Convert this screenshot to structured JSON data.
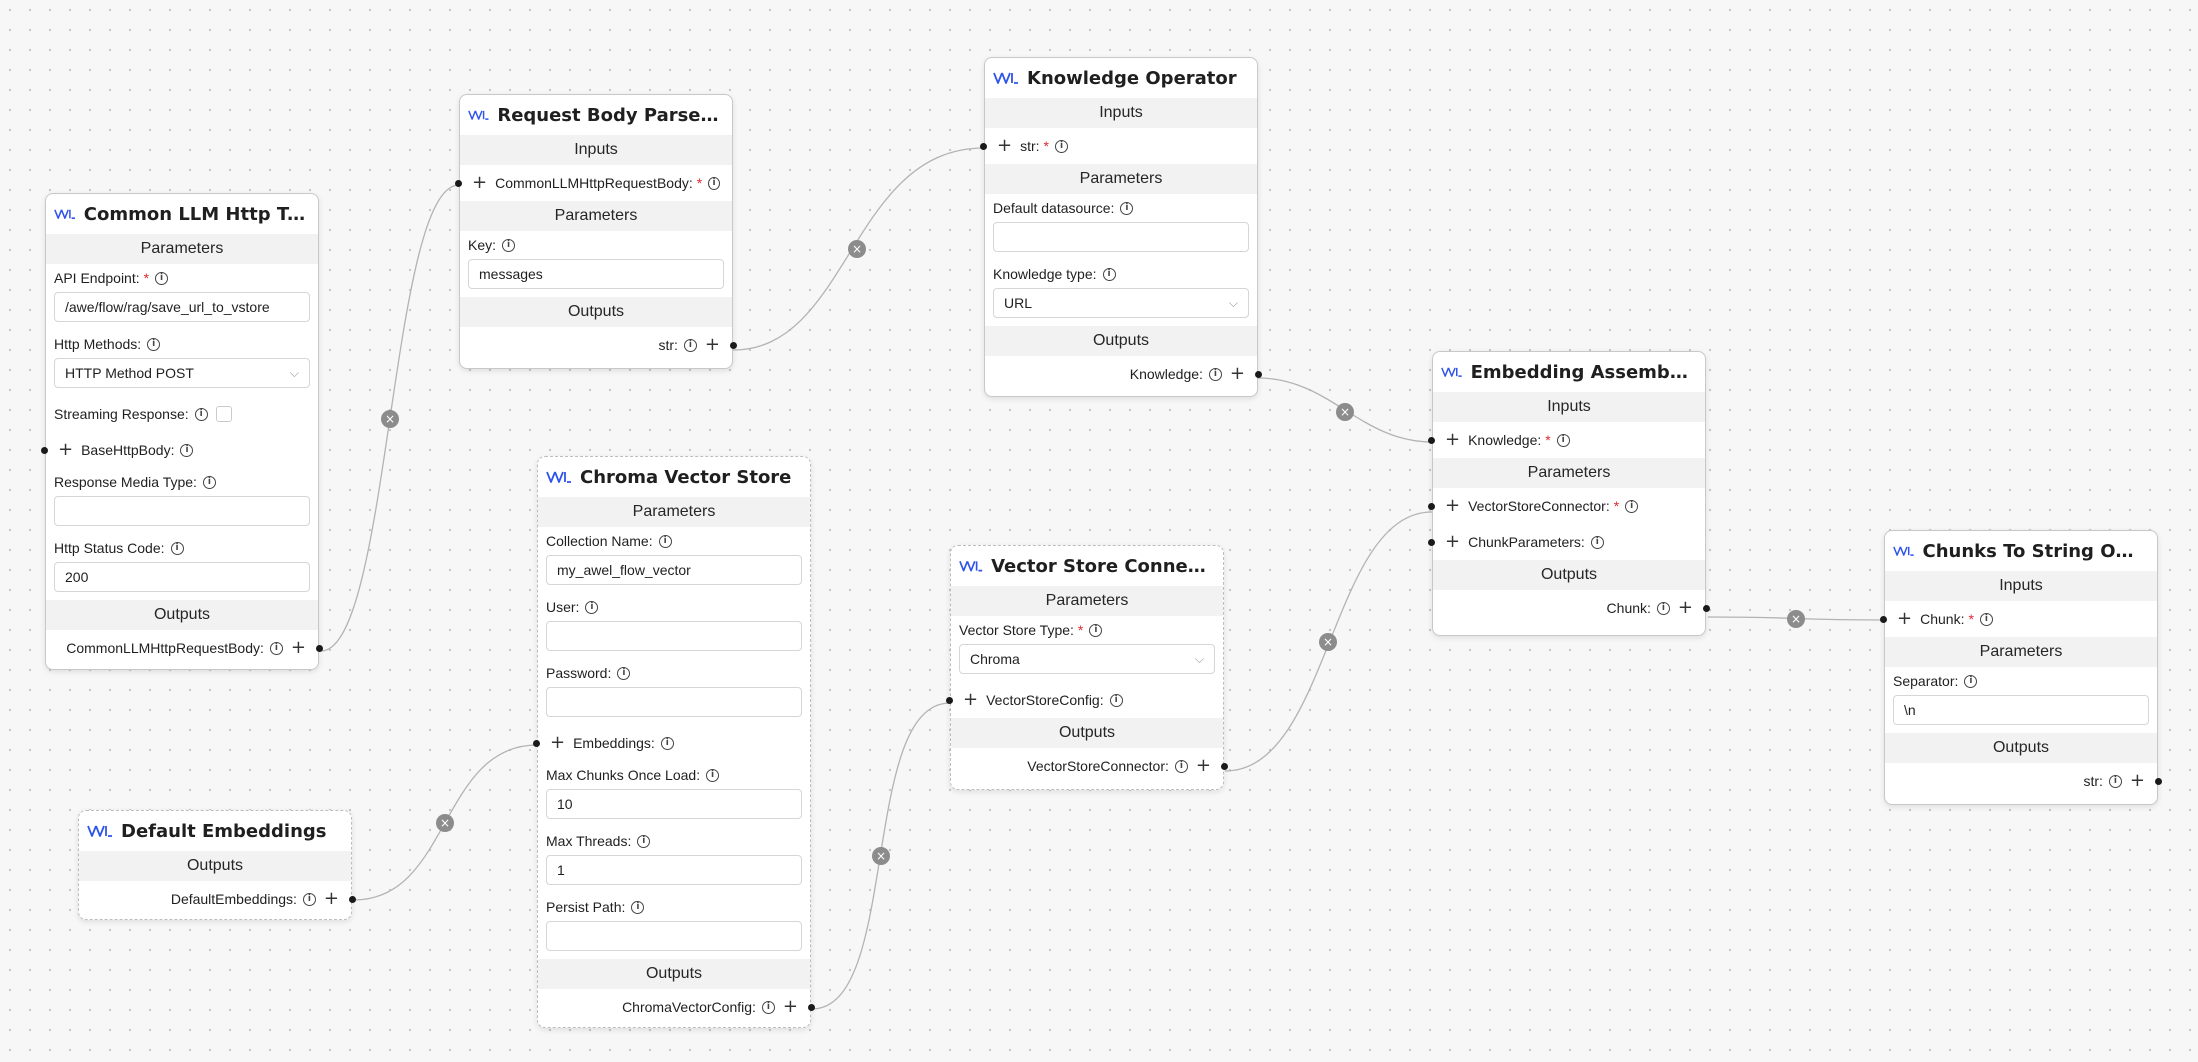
{
  "nodes": {
    "trigger": {
      "title": "Common LLM Http Trigger",
      "parameters_label": "Parameters",
      "api_endpoint_label": "API Endpoint:",
      "api_endpoint_value": "/awe/flow/rag/save_url_to_vstore",
      "http_methods_label": "Http Methods:",
      "http_methods_value": "HTTP Method POST",
      "streaming_label": "Streaming Response:",
      "base_body_label": "BaseHttpBody:",
      "media_type_label": "Response Media Type:",
      "media_type_value": "",
      "status_code_label": "Http Status Code:",
      "status_code_value": "200",
      "outputs_label": "Outputs",
      "output_label": "CommonLLMHttpRequestBody:"
    },
    "parser": {
      "title": "Request Body Parsed To ...",
      "inputs_label": "Inputs",
      "input_label": "CommonLLMHttpRequestBody:",
      "parameters_label": "Parameters",
      "key_label": "Key:",
      "key_value": "messages",
      "outputs_label": "Outputs",
      "output_label": "str:"
    },
    "knowledge": {
      "title": "Knowledge Operator",
      "inputs_label": "Inputs",
      "input_label": "str:",
      "parameters_label": "Parameters",
      "datasource_label": "Default datasource:",
      "datasource_value": "",
      "type_label": "Knowledge type:",
      "type_value": "URL",
      "outputs_label": "Outputs",
      "output_label": "Knowledge:"
    },
    "embeddings": {
      "title": "Default Embeddings",
      "outputs_label": "Outputs",
      "output_label": "DefaultEmbeddings:"
    },
    "chroma": {
      "title": "Chroma Vector Store",
      "parameters_label": "Parameters",
      "collection_label": "Collection Name:",
      "collection_value": "my_awel_flow_vector",
      "user_label": "User:",
      "user_value": "",
      "password_label": "Password:",
      "password_value": "",
      "embeddings_label": "Embeddings:",
      "max_chunks_label": "Max Chunks Once Load:",
      "max_chunks_value": "10",
      "max_threads_label": "Max Threads:",
      "max_threads_value": "1",
      "persist_label": "Persist Path:",
      "persist_value": "",
      "outputs_label": "Outputs",
      "output_label": "ChromaVectorConfig:"
    },
    "connector": {
      "title": "Vector Store Connector",
      "parameters_label": "Parameters",
      "type_label": "Vector Store Type:",
      "type_value": "Chroma",
      "config_label": "VectorStoreConfig:",
      "outputs_label": "Outputs",
      "output_label": "VectorStoreConnector:"
    },
    "assembler": {
      "title": "Embedding Assembler O...",
      "inputs_label": "Inputs",
      "input_label": "Knowledge:",
      "parameters_label": "Parameters",
      "connector_label": "VectorStoreConnector:",
      "chunk_params_label": "ChunkParameters:",
      "outputs_label": "Outputs",
      "output_label": "Chunk:"
    },
    "chunks": {
      "title": "Chunks To String Operator",
      "inputs_label": "Inputs",
      "input_label": "Chunk:",
      "parameters_label": "Parameters",
      "separator_label": "Separator:",
      "separator_value": "\\n",
      "outputs_label": "Outputs",
      "output_label": "str:"
    }
  },
  "required_mark": "*",
  "colors": {
    "background": "#f7f7f7",
    "edge": "#b3b3b3",
    "section_bg": "#f2f2f2",
    "required": "#e0282e",
    "logo": "#2f54eb"
  }
}
